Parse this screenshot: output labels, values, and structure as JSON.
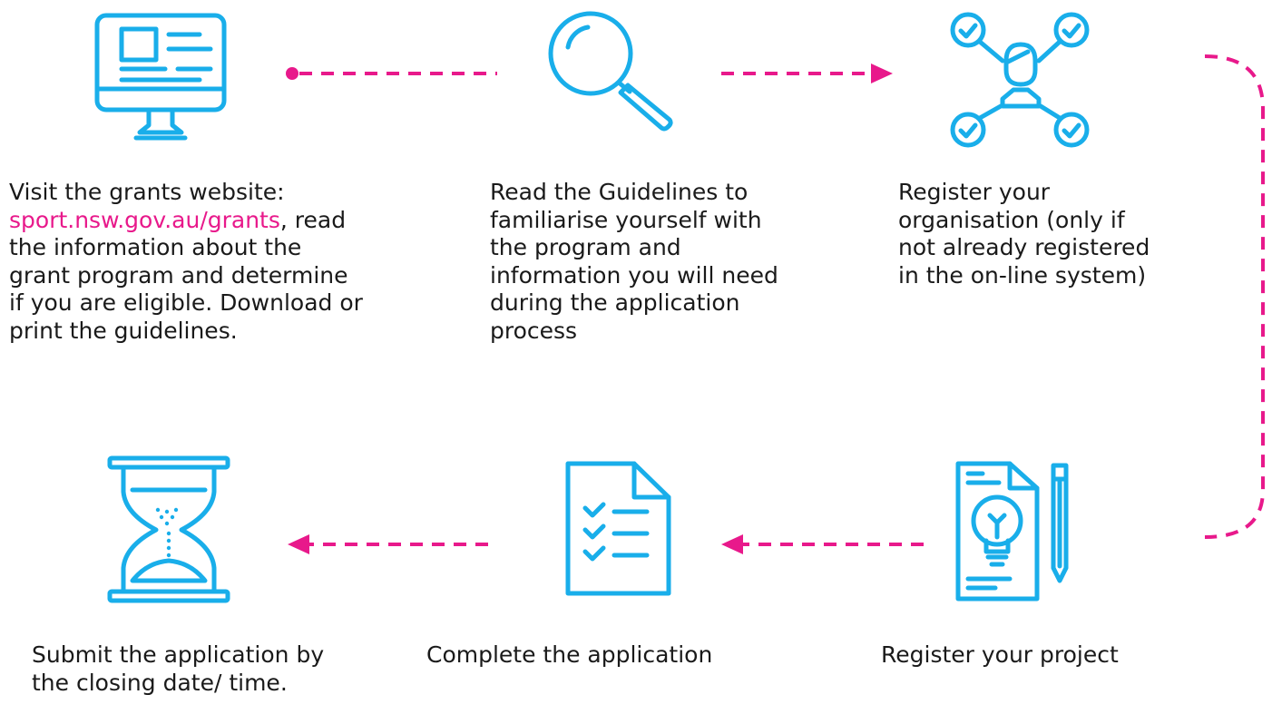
{
  "colors": {
    "accent_pink": "#e8198b",
    "icon_blue": "#19aeea",
    "text": "#1a1a1a"
  },
  "steps": [
    {
      "icon": "computer-monitor-icon",
      "text_before": "Visit the grants website: ",
      "link": "sport.nsw.gov.au/grants",
      "text_after": ", read the information about the grant program and determine if you are eligible. Download or print the guidelines."
    },
    {
      "icon": "magnifying-glass-icon",
      "text": "Read the Guidelines to familiarise yourself with the program and information you will need during the application process"
    },
    {
      "icon": "person-network-icon",
      "text": "Register your organisation (only if not already registered in the on-line system)"
    },
    {
      "icon": "lightbulb-document-icon",
      "text": "Register your project"
    },
    {
      "icon": "checklist-document-icon",
      "text": "Complete the application"
    },
    {
      "icon": "hourglass-icon",
      "text": "Submit the application by the closing date/ time."
    }
  ]
}
